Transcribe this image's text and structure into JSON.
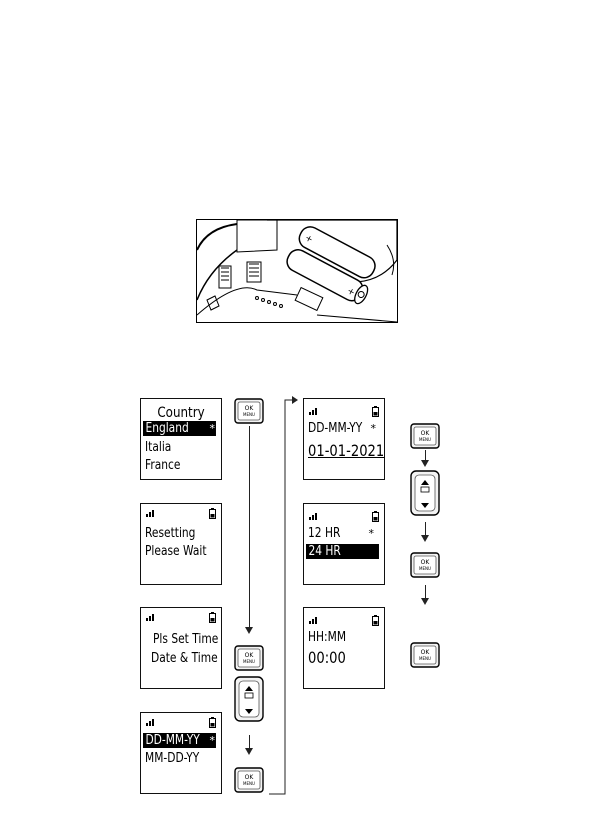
{
  "screens": {
    "country": {
      "title": "Country",
      "items": [
        "England",
        "Italia",
        "France"
      ],
      "selected_marker": "*"
    },
    "resetting": {
      "line1": "Resetting",
      "line2": "Please Wait"
    },
    "set_time": {
      "line1": "Pls Set Time",
      "line2": "Date & Time"
    },
    "date_format_a": {
      "items": [
        "DD-MM-YY",
        "MM-DD-YY"
      ],
      "selected_marker": "*"
    },
    "date_entry": {
      "format": "DD-MM-YY",
      "marker": "*",
      "value": "01-01-2021"
    },
    "hour_format": {
      "items": [
        "12 HR",
        "24 HR"
      ],
      "marker": "*"
    },
    "time_entry": {
      "label": "HH:MM",
      "value": "00:00"
    }
  },
  "buttons": {
    "ok_label_line1": "OK",
    "ok_label_line2": "MENU"
  },
  "icons": [
    "signal-icon",
    "battery-icon",
    "ok-menu-button",
    "up-down-nav-button",
    "down-arrow"
  ]
}
